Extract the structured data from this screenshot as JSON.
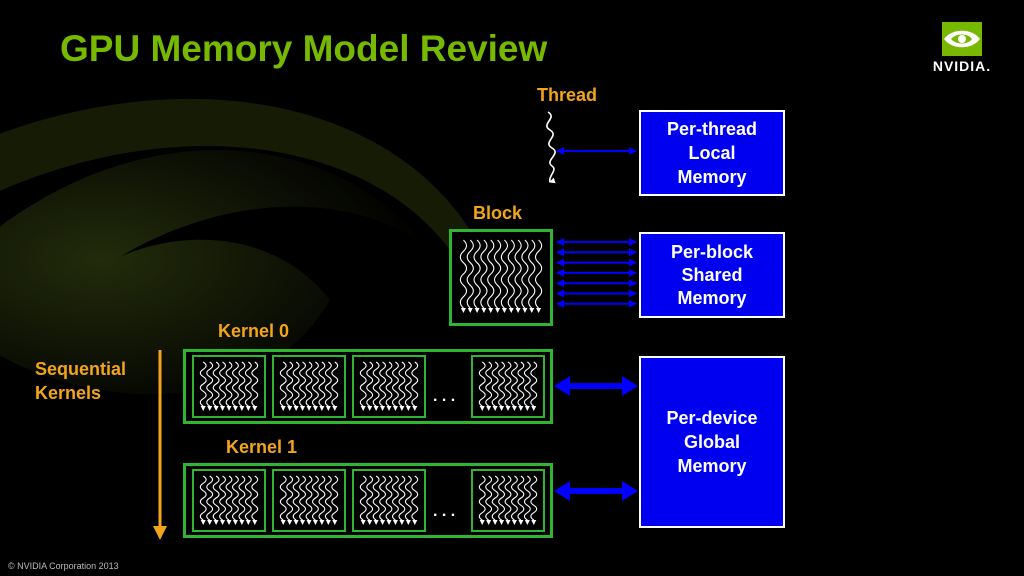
{
  "title": "GPU Memory Model Review",
  "logo": {
    "text": "NVIDIA."
  },
  "labels": {
    "thread": "Thread",
    "block": "Block",
    "kernel0": "Kernel 0",
    "kernel1": "Kernel 1",
    "sequential_line1": "Sequential",
    "sequential_line2": "Kernels",
    "ellipsis": ". . ."
  },
  "memories": {
    "local": [
      "Per-thread",
      "Local",
      "Memory"
    ],
    "shared": [
      "Per-block",
      "Shared",
      "Memory"
    ],
    "global": [
      "Per-device",
      "Global",
      "Memory"
    ]
  },
  "footer": "© NVIDIA Corporation 2013",
  "colors": {
    "title_green": "#76b900",
    "label_orange": "#f2a51a",
    "memory_blue": "#0000f0",
    "block_green": "#2fb52f",
    "arrow_blue": "#0000ff"
  }
}
